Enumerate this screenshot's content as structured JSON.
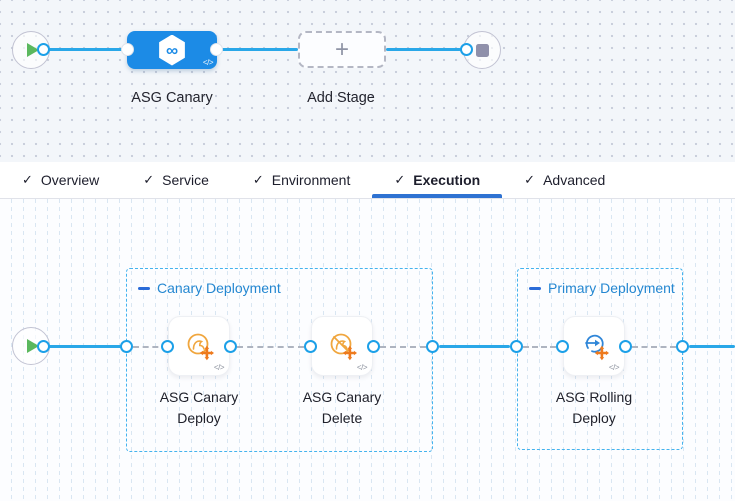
{
  "pipeline_canvas": {
    "stage_label": "ASG Canary",
    "add_stage_label": "Add Stage"
  },
  "tabs": [
    {
      "label": "Overview"
    },
    {
      "label": "Service"
    },
    {
      "label": "Environment"
    },
    {
      "label": "Execution"
    },
    {
      "label": "Advanced"
    }
  ],
  "active_tab": "Execution",
  "execution_canvas": {
    "groups": [
      {
        "label": "Canary Deployment"
      },
      {
        "label": "Primary Deployment"
      }
    ],
    "steps": [
      {
        "name": "ASG Canary\nDeploy"
      },
      {
        "name": "ASG Canary\nDelete"
      },
      {
        "name": "ASG Rolling\nDeploy"
      }
    ]
  },
  "glyphs": {
    "plus": "+",
    "infinity": "∞",
    "code": "</>",
    "check": "✓"
  },
  "colors": {
    "stage_blue": "#1c8be6",
    "line_blue": "#29a7e8",
    "underline_blue": "#2e72d2",
    "group_border_blue": "#44b3ee",
    "group_label_blue": "#2487d1",
    "play_green": "#5bb85e",
    "step_icon_orange": "#f0a63e",
    "badge_orange": "#ee7a1d"
  }
}
